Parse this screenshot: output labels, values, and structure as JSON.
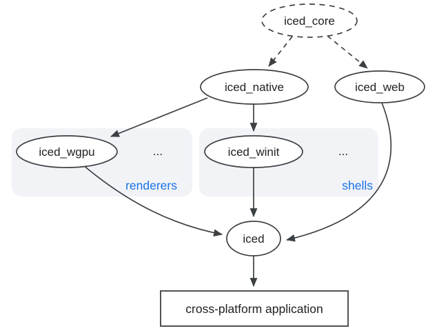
{
  "diagram": {
    "nodes": {
      "iced_core": {
        "label": "iced_core"
      },
      "iced_native": {
        "label": "iced_native"
      },
      "iced_web": {
        "label": "iced_web"
      },
      "iced_wgpu": {
        "label": "iced_wgpu"
      },
      "iced_winit": {
        "label": "iced_winit"
      },
      "iced": {
        "label": "iced"
      },
      "application": {
        "label": "cross-platform application"
      }
    },
    "groups": {
      "renderers": {
        "label": "renderers",
        "more": "..."
      },
      "shells": {
        "label": "shells",
        "more": "..."
      }
    },
    "colors": {
      "stroke": "#3c4043",
      "node_text": "#202124",
      "group_label": "#1a73e8",
      "group_fill": "#f1f3f7",
      "canvas": "#ffffff"
    }
  }
}
